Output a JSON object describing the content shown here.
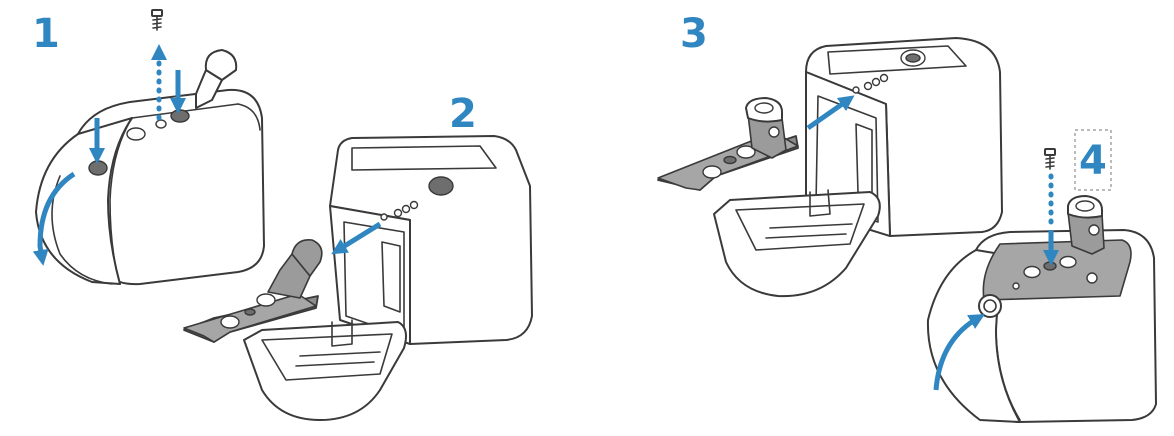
{
  "steps": [
    {
      "number": "1"
    },
    {
      "number": "2"
    },
    {
      "number": "3"
    },
    {
      "number": "4"
    }
  ],
  "colors": {
    "accent": "#2f86c0",
    "outline": "#3a3a3a",
    "plate": "#8c8c8c",
    "background": "#ffffff"
  },
  "icons": [
    "screw-icon",
    "mount-bracket-icon",
    "camera-housing-icon"
  ]
}
